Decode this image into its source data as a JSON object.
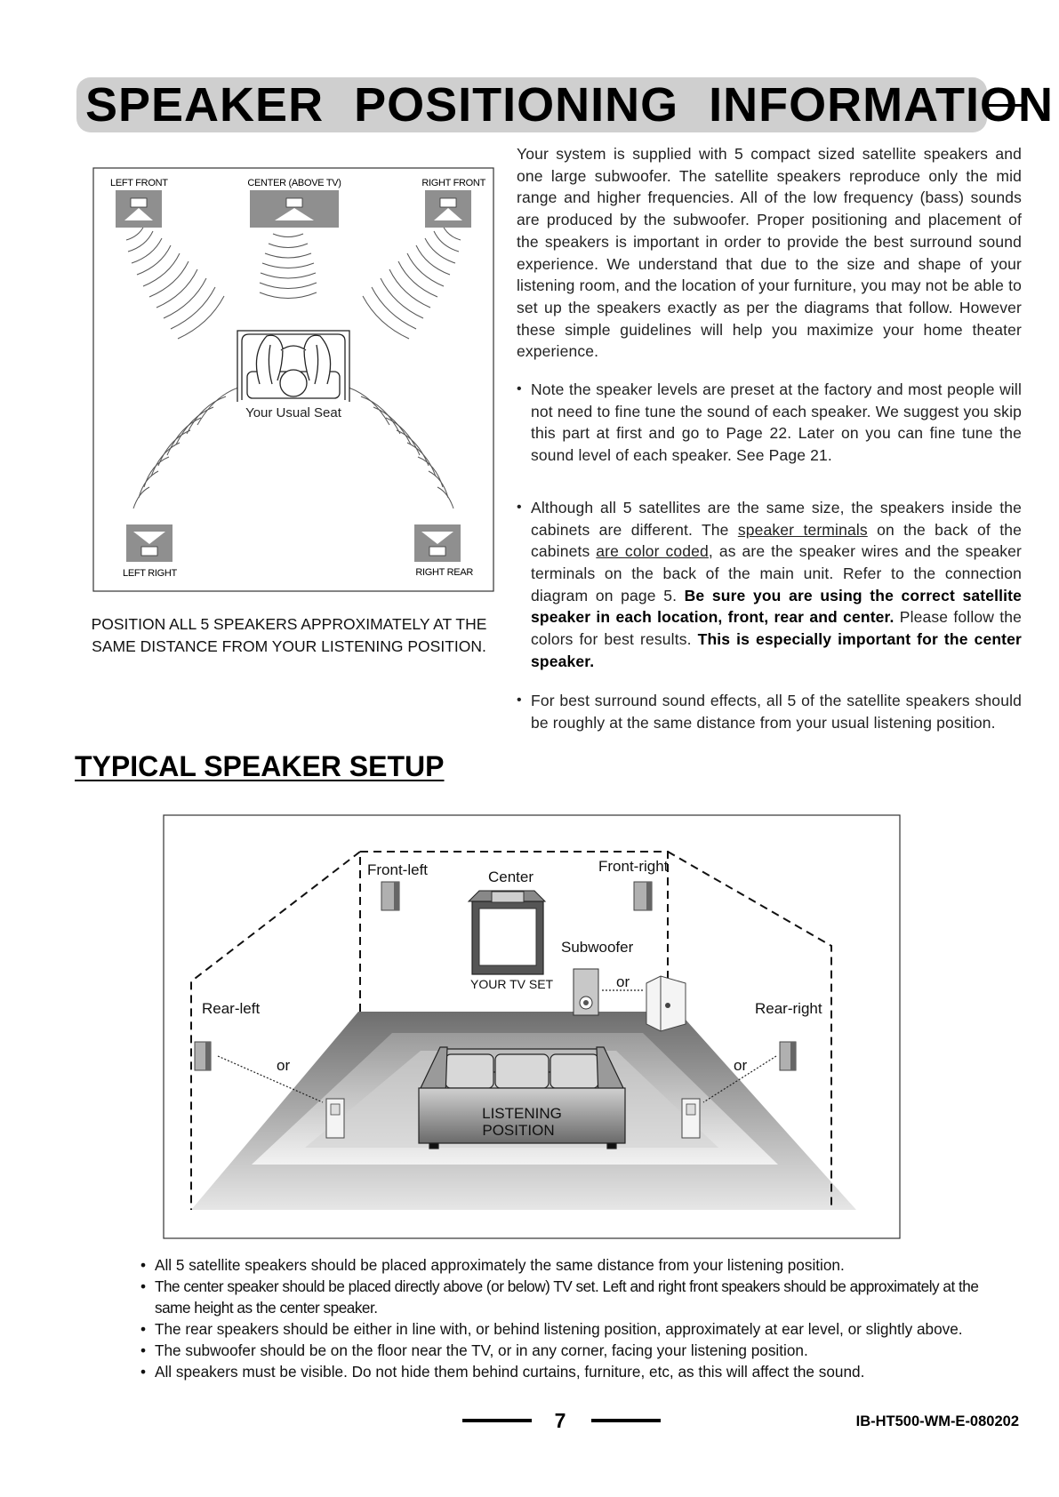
{
  "header": {
    "title": "SPEAKER POSITIONING INFORMATION"
  },
  "top_diagram": {
    "labels": {
      "left_front": "LEFT FRONT",
      "center": "CENTER (ABOVE TV)",
      "right_front": "RIGHT FRONT",
      "left_right": "LEFT RIGHT",
      "right_rear": "RIGHT REAR",
      "seat": "Your Usual Seat"
    },
    "caption_line1": "POSITION ALL 5 SPEAKERS APPROXIMATELY AT THE",
    "caption_line2": "SAME DISTANCE FROM YOUR LISTENING POSITION."
  },
  "intro": {
    "text": "Your system is supplied with 5 compact sized satellite speakers and one large subwoofer. The satellite speakers reproduce only the mid range and higher frequencies. All of the low frequency (bass) sounds are produced by the subwoofer. Proper positioning and placement of the speakers is important in order to provide the best surround sound experience. We understand that due to the size and shape of your listening room, and the location of your furniture, you may not be able to set up the speakers exactly as per the diagrams that follow. However these simple guidelines will help you maximize your home theater experience."
  },
  "bullets": {
    "b1": "Note the speaker levels are preset at the factory and most people will not need to fine tune the sound of each speaker. We suggest you skip this part at first and go to Page 22. Later on you can fine tune the sound level of each speaker. See Page 21.",
    "b2": {
      "t1": "Although all 5 satellites are the same size, the speakers inside the cabinets are different. The ",
      "u1": "speaker terminals",
      "t2": " on the back of the cabinets ",
      "u2": "are color coded",
      "t3": ", as are the speaker wires and the speaker terminals on the back of the main unit. Refer to the connection diagram on page 5. ",
      "bold1": "Be sure you are using the correct satellite speaker in each location, front, rear and center.",
      "t4": " Please follow the colors for best results. ",
      "bold2": "This is especially important for the center speaker."
    },
    "b3": "For best surround sound effects, all 5 of the satellite speakers should be roughly at the same distance from your usual listening position."
  },
  "section": {
    "heading": "TYPICAL SPEAKER SETUP"
  },
  "room_figure": {
    "labels": {
      "front_left": "Front-left",
      "center": "Center",
      "front_right": "Front-right",
      "subwoofer": "Subwoofer",
      "tv": "YOUR TV SET",
      "or_sub": "or",
      "rear_left": "Rear-left",
      "rear_right": "Rear-right",
      "or_left": "or",
      "or_right": "or",
      "listening_1": "LISTENING",
      "listening_2": "POSITION"
    }
  },
  "bottom_list": {
    "items": [
      "All 5 satellite speakers should be placed approximately the same distance from your listening position.",
      "The center speaker should be placed directly above (or below) TV set. Left and right front speakers should be approximately at the same height as the center speaker.",
      "The rear speakers should be either in line with, or behind listening position, approximately at ear level, or slightly above.",
      "The subwoofer should be on the floor near the TV, or in any corner, facing your listening position.",
      "All speakers must be visible. Do not hide them behind curtains, furniture, etc, as this will affect the sound."
    ]
  },
  "footer": {
    "page_number": "7",
    "doc_code": "IB-HT500-WM-E-080202"
  }
}
